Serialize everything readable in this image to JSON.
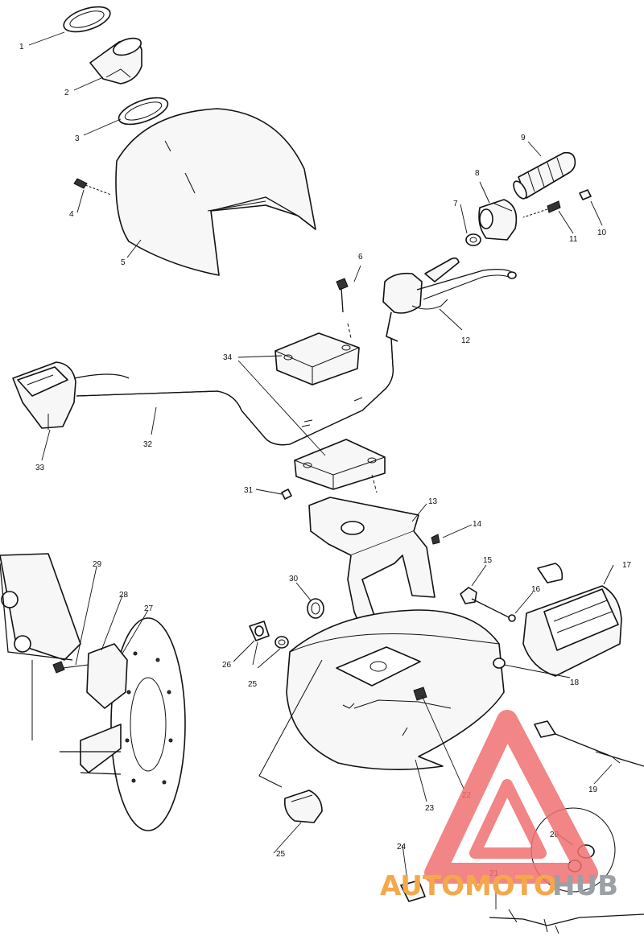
{
  "callouts": [
    "1",
    "2",
    "3",
    "4",
    "5",
    "6",
    "7",
    "8",
    "9",
    "10",
    "11",
    "12",
    "13",
    "14",
    "15",
    "16",
    "17",
    "18",
    "19",
    "20",
    "21",
    "22",
    "23",
    "24",
    "25",
    "25",
    "26",
    "27",
    "28",
    "29",
    "30",
    "31",
    "32",
    "33",
    "34"
  ],
  "watermark": {
    "brand_a": "AUTOMOTO",
    "brand_b": "HUB",
    "color_a": "#f4a84a",
    "color_b": "#9aa0a6",
    "logo_color": "#f07070"
  }
}
